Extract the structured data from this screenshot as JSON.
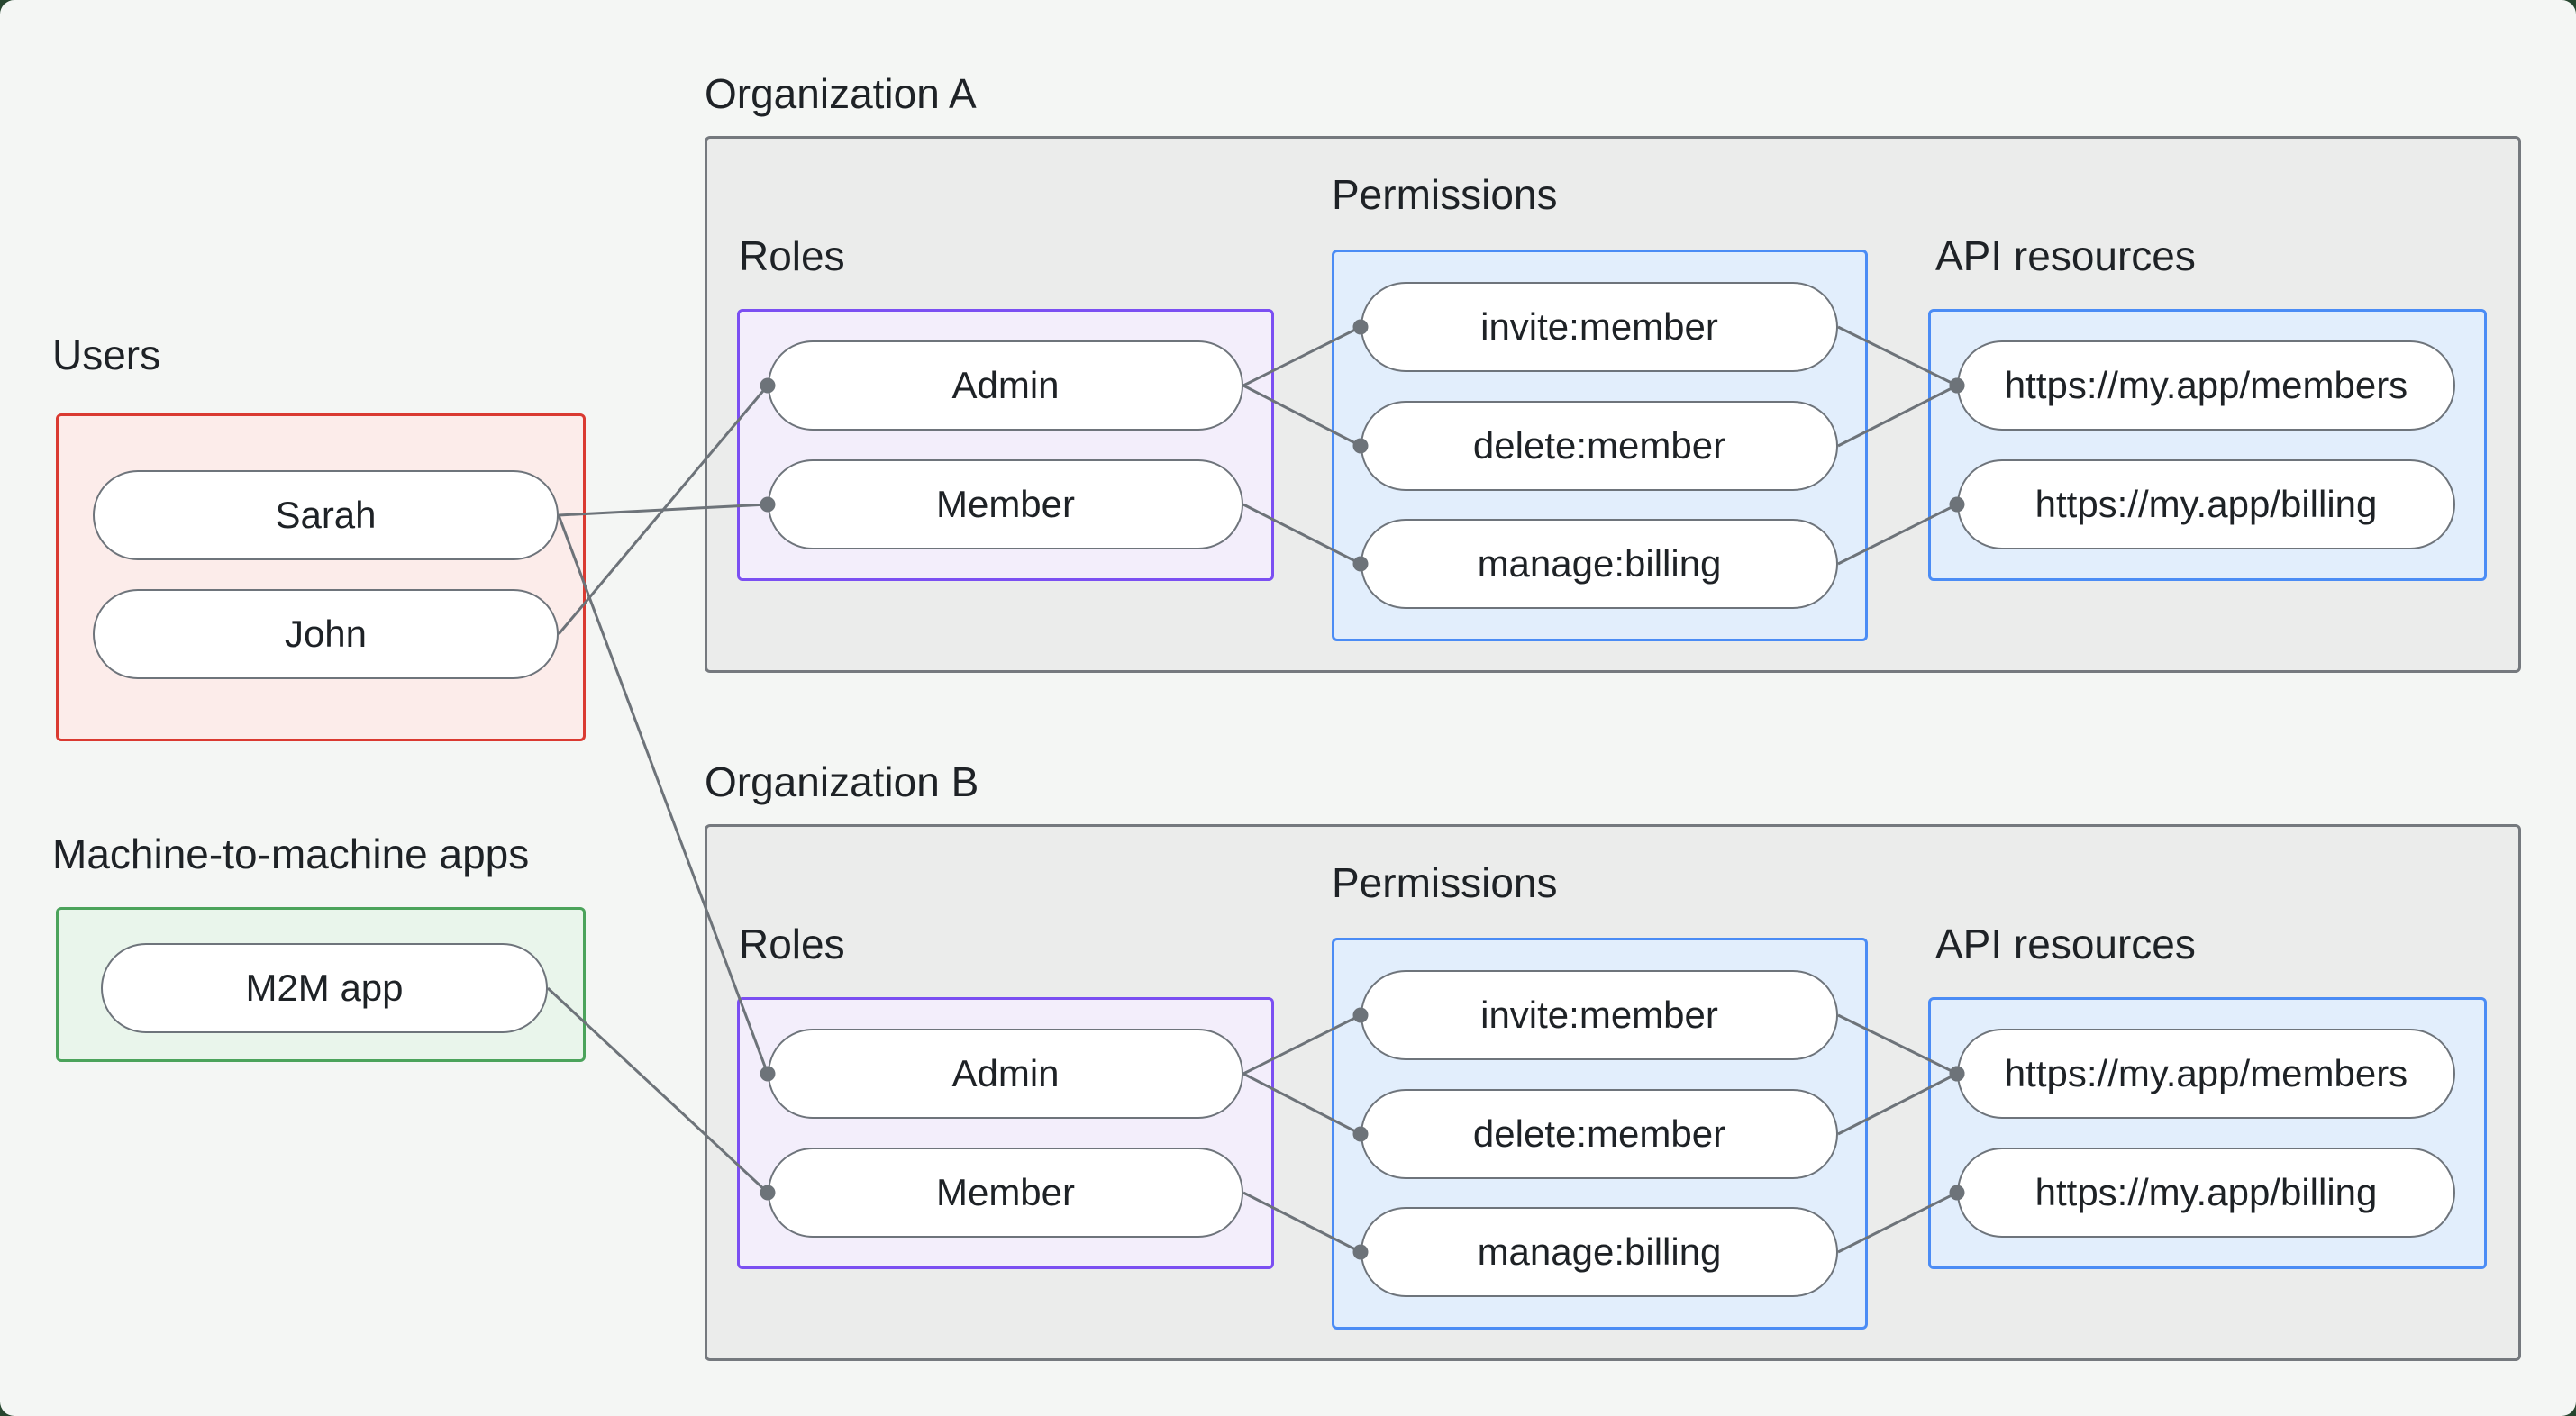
{
  "page": {
    "background": "#f4f6f4",
    "backdrop": "#27462f"
  },
  "palette": {
    "org_box_fill": "#ebeceb",
    "org_box_border": "#75797e",
    "users_box_fill": "#fcecea",
    "users_box_border": "#da3a31",
    "m2m_box_fill": "#e9f5eb",
    "m2m_box_border": "#4ba35b",
    "roles_box_fill": "#f3eefb",
    "roles_box_border": "#7b4ff2",
    "blue_box_fill": "#e2eefc",
    "blue_box_border": "#4b8cf5",
    "pill_fill": "#ffffff",
    "pill_border": "#6e747b",
    "connector": "#6d7379",
    "text": "#1e2226"
  },
  "users": {
    "label": "Users",
    "items": [
      {
        "id": "sarah",
        "label": "Sarah"
      },
      {
        "id": "john",
        "label": "John"
      }
    ]
  },
  "m2m": {
    "label": "Machine-to-machine apps",
    "items": [
      {
        "id": "m2m",
        "label": "M2M app"
      }
    ]
  },
  "organizations": [
    {
      "title": "Organization A",
      "roles": {
        "label": "Roles",
        "items": [
          {
            "id": "a-admin",
            "label": "Admin"
          },
          {
            "id": "a-member",
            "label": "Member"
          }
        ]
      },
      "permissions": {
        "label": "Permissions",
        "items": [
          {
            "id": "a-invite",
            "label": "invite:member"
          },
          {
            "id": "a-delete",
            "label": "delete:member"
          },
          {
            "id": "a-manage",
            "label": "manage:billing"
          }
        ]
      },
      "api_resources": {
        "label": "API resources",
        "items": [
          {
            "id": "a-members",
            "label": "https://my.app/members"
          },
          {
            "id": "a-billing",
            "label": "https://my.app/billing"
          }
        ]
      }
    },
    {
      "title": "Organization B",
      "roles": {
        "label": "Roles",
        "items": [
          {
            "id": "b-admin",
            "label": "Admin"
          },
          {
            "id": "b-member",
            "label": "Member"
          }
        ]
      },
      "permissions": {
        "label": "Permissions",
        "items": [
          {
            "id": "b-invite",
            "label": "invite:member"
          },
          {
            "id": "b-delete",
            "label": "delete:member"
          },
          {
            "id": "b-manage",
            "label": "manage:billing"
          }
        ]
      },
      "api_resources": {
        "label": "API resources",
        "items": [
          {
            "id": "b-members",
            "label": "https://my.app/members"
          },
          {
            "id": "b-billing",
            "label": "https://my.app/billing"
          }
        ]
      }
    }
  ],
  "connections": [
    {
      "from": "sarah",
      "to": "a-member"
    },
    {
      "from": "john",
      "to": "a-admin"
    },
    {
      "from": "sarah",
      "to": "b-admin"
    },
    {
      "from": "m2m",
      "to": "b-member"
    },
    {
      "from": "a-admin",
      "to": "a-invite"
    },
    {
      "from": "a-admin",
      "to": "a-delete"
    },
    {
      "from": "a-member",
      "to": "a-manage"
    },
    {
      "from": "a-invite",
      "to": "a-members"
    },
    {
      "from": "a-delete",
      "to": "a-members"
    },
    {
      "from": "a-manage",
      "to": "a-billing"
    },
    {
      "from": "b-admin",
      "to": "b-invite"
    },
    {
      "from": "b-admin",
      "to": "b-delete"
    },
    {
      "from": "b-member",
      "to": "b-manage"
    },
    {
      "from": "b-invite",
      "to": "b-members"
    },
    {
      "from": "b-delete",
      "to": "b-members"
    },
    {
      "from": "b-manage",
      "to": "b-billing"
    }
  ]
}
